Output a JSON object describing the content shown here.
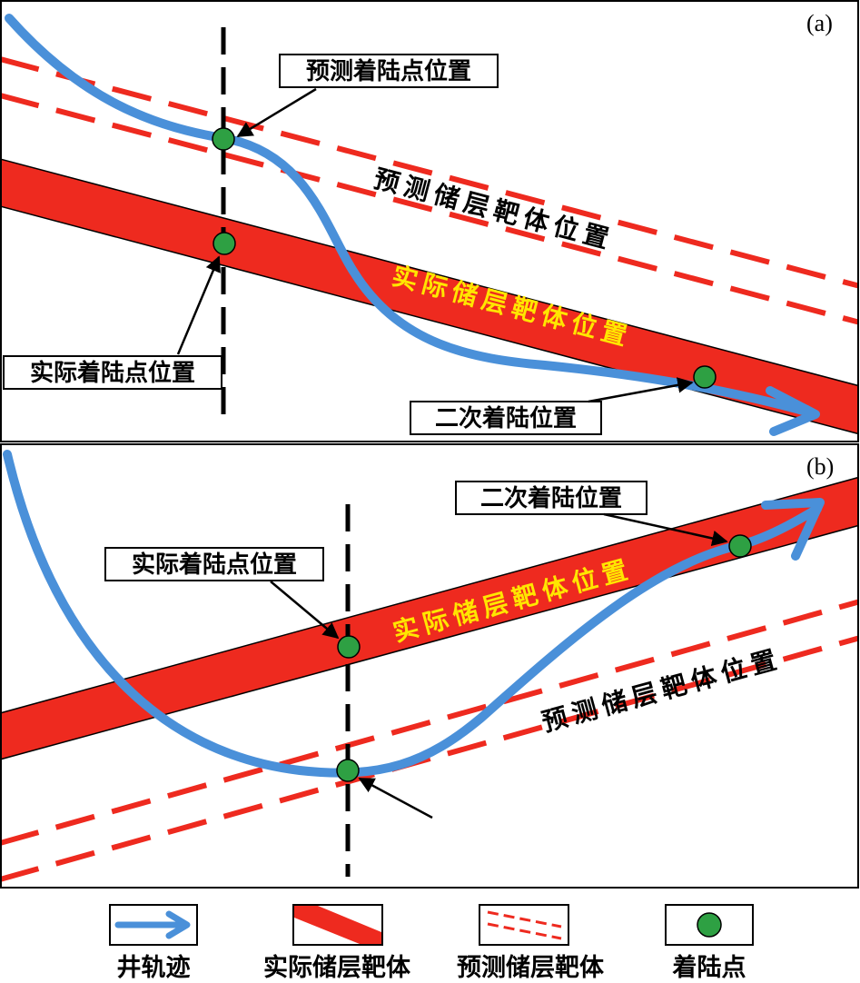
{
  "colors": {
    "well_trajectory": "#4a90d9",
    "actual_reservoir": "#ee2a1f",
    "predicted_reservoir": "#ee2a1f",
    "landing_point": "#2ea043",
    "actual_label_text": "#ffe600",
    "line": "#000000"
  },
  "panel_a": {
    "id": "(a)",
    "predicted_landing_label": "预测着陆点位置",
    "actual_landing_label": "实际着陆点位置",
    "second_landing_label": "二次着陆位置",
    "predicted_reservoir_label": "预测储层靶体位置",
    "actual_reservoir_label": "实际储层靶体位置"
  },
  "panel_b": {
    "id": "(b)",
    "actual_landing_label": "实际着陆点位置",
    "second_landing_label": "二次着陆位置",
    "predicted_reservoir_label": "预测储层靶体位置",
    "actual_reservoir_label": "实际储层靶体位置"
  },
  "legend": {
    "well_trajectory": "井轨迹",
    "actual_reservoir": "实际储层靶体",
    "predicted_reservoir": "预测储层靶体",
    "landing_point": "着陆点"
  }
}
